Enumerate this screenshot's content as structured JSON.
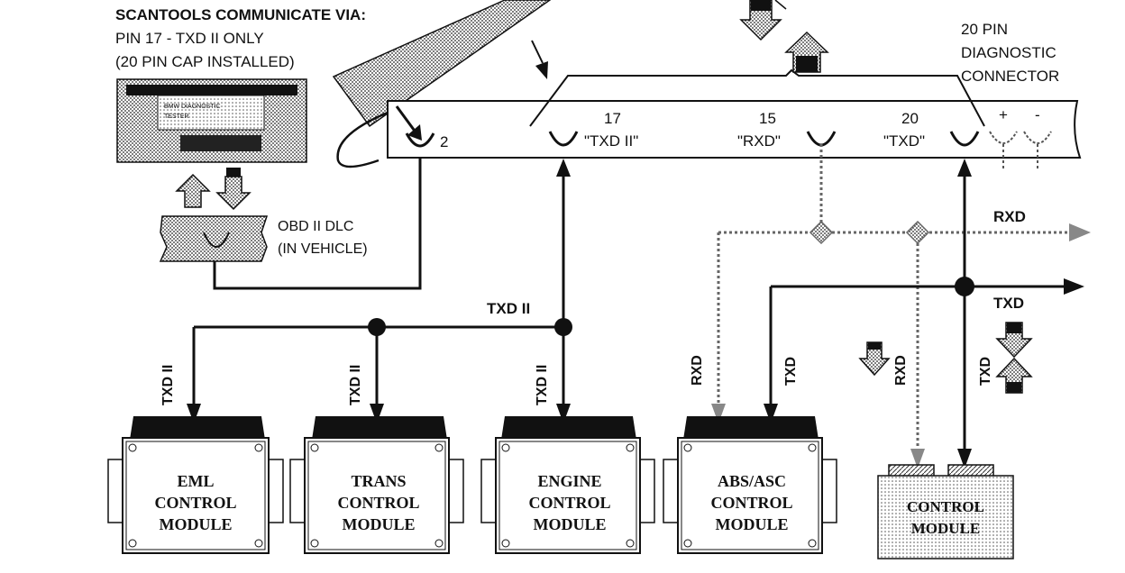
{
  "header": {
    "line1": "SCANTOOLS COMMUNICATE VIA:",
    "line2": "PIN 17 - TXD II ONLY",
    "line3": "(20 PIN CAP INSTALLED)"
  },
  "scantool": {
    "screen_line1": "BMW DIAGNOSTIC",
    "screen_line2": "TESTER"
  },
  "dlc_obd": {
    "line1": "OBD II DLC",
    "line2": "(IN VEHICLE)"
  },
  "connector": {
    "title_line1": "20 PIN",
    "title_line2": "DIAGNOSTIC",
    "title_line3": "CONNECTOR",
    "pins": [
      {
        "number": "2",
        "name": ""
      },
      {
        "number": "17",
        "name": "\"TXD II\""
      },
      {
        "number": "15",
        "name": "\"RXD\""
      },
      {
        "number": "20",
        "name": "\"TXD\""
      }
    ],
    "plus": "+",
    "minus": "-"
  },
  "bus_labels": {
    "rxd": "RXD",
    "txd": "TXD",
    "txd2": "TXD II"
  },
  "modules": [
    {
      "line1": "EML",
      "line2": "CONTROL",
      "line3": "MODULE",
      "drop_label": "TXD II"
    },
    {
      "line1": "TRANS",
      "line2": "CONTROL",
      "line3": "MODULE",
      "drop_label": "TXD II"
    },
    {
      "line1": "ENGINE",
      "line2": "CONTROL",
      "line3": "MODULE",
      "drop_label": "TXD II"
    },
    {
      "line1": "ABS/ASC",
      "line2": "CONTROL",
      "line3": "MODULE",
      "drop_labels": [
        "RXD",
        "TXD"
      ]
    },
    {
      "line1": "CONTROL",
      "line2": "MODULE",
      "drop_labels": [
        "RXD",
        "TXD"
      ]
    }
  ],
  "colors": {
    "line": "#111111",
    "dotted": "#777777",
    "background": "#ffffff"
  }
}
